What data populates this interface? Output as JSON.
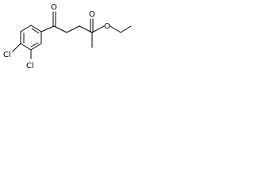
{
  "structure": {
    "atoms": {
      "cl_upper": "Cl",
      "cl_lower": "Cl",
      "o_ketone": "O",
      "o_ester_carbonyl": "O",
      "o_ester_bridge": "O"
    },
    "colors": {
      "bond": "#000000",
      "label": "#000000",
      "background": "#ffffff"
    }
  }
}
